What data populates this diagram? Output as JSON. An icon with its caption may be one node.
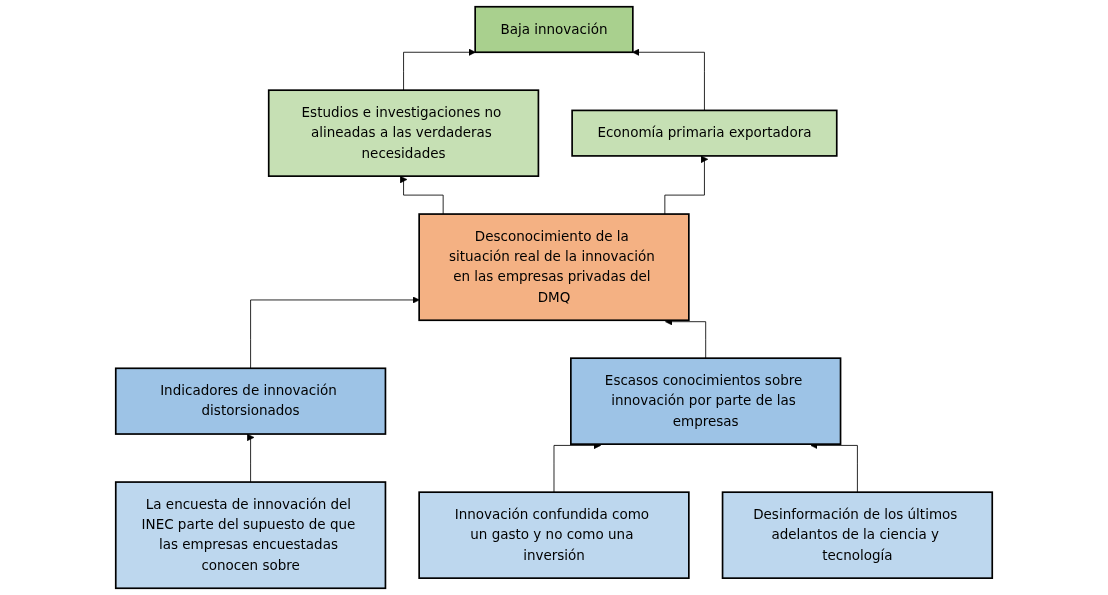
{
  "diagram": {
    "nodes": [
      {
        "text": [
          "Baja innovación"
        ]
      },
      {
        "text": [
          "Estudios e investigaciones no alineadas a las verdaderas necesidades"
        ]
      },
      {
        "text": [
          "Economía primaria exportadora"
        ]
      },
      {
        "text": [
          "Desconocimiento de la situación real de la innovación en las empresas privadas del DMQ"
        ]
      },
      {
        "text": [
          "Indicadores de innovación distorsionados"
        ]
      },
      {
        "text": [
          "Escasos conocimientos sobre innovación por parte de las empresas"
        ]
      },
      {
        "text": [
          "La encuesta de innovación del INEC parte del supuesto de que las empresas encuestadas conocen sobre"
        ]
      },
      {
        "text": [
          "Innovación confundida como un gasto y no como una inversión"
        ]
      },
      {
        "text": [
          "Desinformación de los últimos adelantos de la ciencia y tecnología"
        ]
      }
    ],
    "edges": [
      {
        "from": 1,
        "to": 0,
        "arrow": "to"
      },
      {
        "from": 2,
        "to": 0,
        "arrow": "to"
      },
      {
        "from": 3,
        "to": 1,
        "arrow": "to"
      },
      {
        "from": 3,
        "to": 2,
        "arrow": "to"
      },
      {
        "from": 4,
        "to": 3,
        "arrow": "to"
      },
      {
        "from": 5,
        "to": 3,
        "arrow": "to"
      },
      {
        "from": 6,
        "to": 4,
        "arrow": "to"
      },
      {
        "from": 7,
        "to": 5,
        "arrow": "to"
      },
      {
        "from": 8,
        "to": 5,
        "arrow": "to"
      }
    ]
  }
}
